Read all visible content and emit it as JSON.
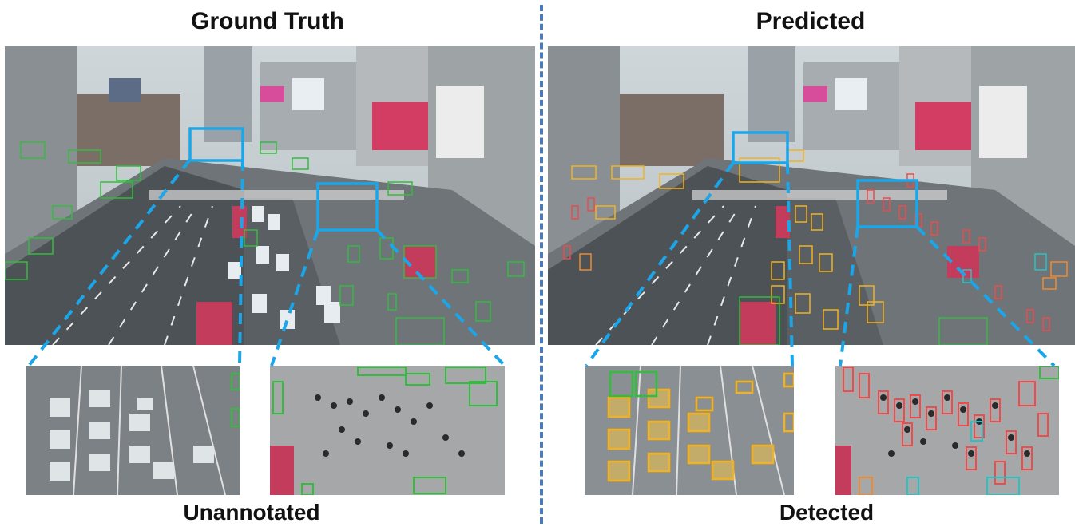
{
  "left": {
    "title": "Ground Truth",
    "caption": "Unannotated"
  },
  "right": {
    "title": "Predicted",
    "caption": "Detected"
  },
  "colors": {
    "gt_box": "#2fbf3a",
    "zoom_frame": "#1aa6e8",
    "car_box": "#f3b21c",
    "person_box": "#f04a4a",
    "other_box": "#f08a2a",
    "cyan_box": "#25c4c4",
    "divider": "#4a7ab8"
  }
}
